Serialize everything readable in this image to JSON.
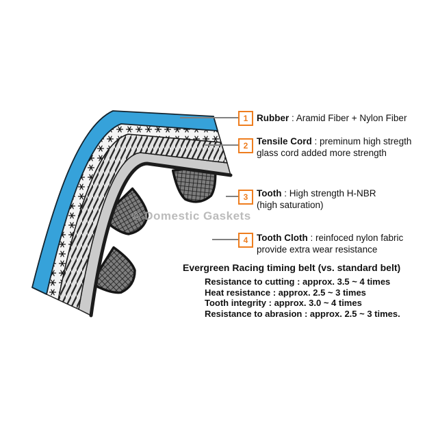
{
  "watermark": "© Domestic Gaskets",
  "colors": {
    "accent_orange": "#ee7d1e",
    "belt_blue": "#36a2da"
  },
  "labels": [
    {
      "num": "1",
      "name": "Rubber",
      "desc": " : Aramid Fiber + Nylon Fiber"
    },
    {
      "num": "2",
      "name": "Tensile Cord",
      "desc": " : preminum high stregth glass cord added more strength"
    },
    {
      "num": "3",
      "name": "Tooth",
      "desc": " : High strength H-NBR (high saturation)"
    },
    {
      "num": "4",
      "name": "Tooth Cloth",
      "desc": " : reinfoced nylon fabric provide extra wear resistance"
    }
  ],
  "comparison": {
    "title": "Evergreen Racing timing belt (vs. standard belt)",
    "items": [
      "Resistance to cutting : approx. 3.5 ~ 4 times",
      "Heat resistance : approx. 2.5 ~ 3 times",
      "Tooth integrity : approx. 3.0 ~ 4 times",
      "Resistance to abrasion : approx. 2.5 ~ 3 times."
    ]
  }
}
